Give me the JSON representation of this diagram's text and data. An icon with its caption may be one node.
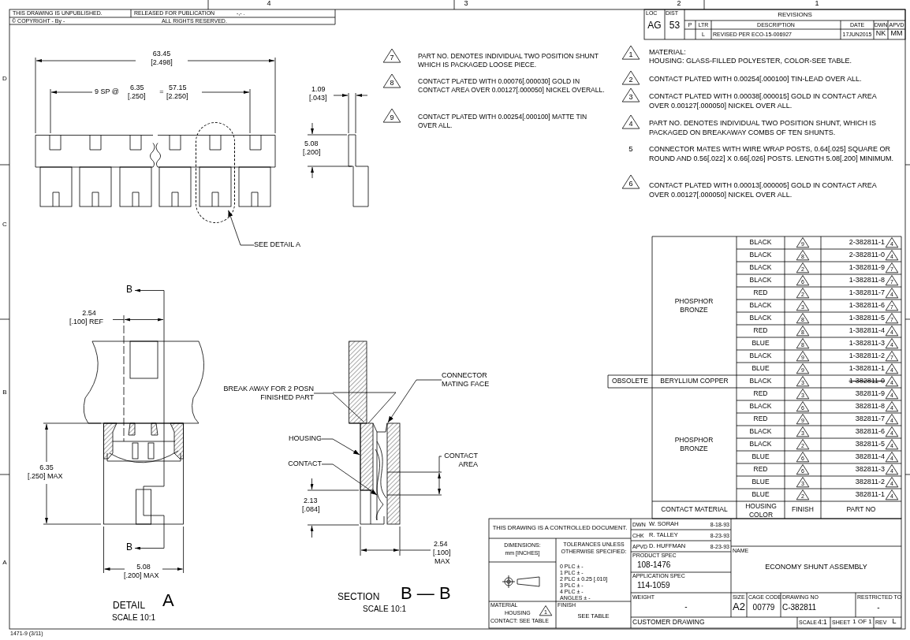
{
  "diagram": {
    "nodes": [
      {
        "text": [],
        "shape": "circle"
      },
      {
        "text": [
          "SEE DETAIL A"
        ]
      },
      {
        "text": [
          "BREAK AWAY FOR 2 POSN FINISHED PART"
        ]
      },
      {
        "text": [
          "CONNECTOR MATING FACE"
        ]
      },
      {
        "text": [
          "HOUSING"
        ]
      },
      {
        "text": [
          "CONTACT"
        ]
      },
      {
        "text": [
          "CONTACT AREA"
        ]
      }
    ],
    "edges": [
      {
        "from": 1,
        "to": 0,
        "arrow": "to"
      },
      {
        "from": 2,
        "to": null,
        "arrow": "none"
      },
      {
        "from": 3,
        "to": null,
        "arrow": "to"
      },
      {
        "from": 4,
        "to": null,
        "arrow": "to"
      },
      {
        "from": 5,
        "to": null,
        "arrow": "to"
      },
      {
        "from": 6,
        "to": null,
        "arrow": "none"
      }
    ],
    "labels": [
      "THIS DRAWING IS UNPUBLISHED.",
      "RELEASED FOR PUBLICATION",
      "-,- .",
      "© COPYRIGHT - By -",
      "ALL RIGHTS RESERVED.",
      "LOC",
      "DIST",
      "AG",
      "53",
      "REVISIONS",
      "P",
      "LTR",
      "DESCRIPTION",
      "DATE",
      "DWN",
      "APVD",
      "L",
      "REVISED PER ECO-15-006927",
      "17JUN2015",
      "NK",
      "MM",
      "4",
      "3",
      "2",
      "1",
      "D",
      "C",
      "B",
      "A",
      "7",
      "PART NO. DENOTES INDIVIDUAL TWO POSITION SHUNT WHICH IS PACKAGED LOOSE PIECE.",
      "8",
      "CONTACT PLATED WITH 0.00076[.000030] GOLD IN CONTACT AREA OVER 0.00127[.000050] NICKEL OVERALL.",
      "9",
      "CONTACT PLATED WITH 0.00254[.000100] MATTE TIN OVER ALL.",
      "1",
      "MATERIAL:",
      "HOUSING: GLASS-FILLED POLYESTER, COLOR-SEE TABLE.",
      "2",
      "CONTACT PLATED WITH 0.00254[.000100] TIN-LEAD OVER ALL.",
      "3",
      "CONTACT PLATED WITH 0.00038[.000015] GOLD IN CONTACT AREA OVER 0.00127[.000050] NICKEL OVER ALL.",
      "4",
      "PART NO. DENOTES INDIVIDUAL TWO POSITION SHUNT, WHICH IS PACKAGED ON BREAKAWAY COMBS OF TEN SHUNTS.",
      "5",
      "CONNECTOR MATES WITH WIRE WRAP POSTS, 0.64[.025] SQUARE OR ROUND AND 0.56[.022] X 0.66[.026] POSTS. LENGTH 5.08[.200] MINIMUM.",
      "6",
      "CONTACT PLATED WITH 0.00013[.000005] GOLD IN CONTACT AREA OVER 0.00127[.000050] NICKEL OVER ALL.",
      "63.45",
      "[2.498]",
      "9 SP @",
      "6.35",
      "[.250]",
      "=",
      "57.15",
      "[2.250]",
      "1.09",
      "[.043]",
      "5.08",
      "[.200]",
      "B",
      "2.54",
      "[.100] REF",
      "6.35",
      "[.250] MAX",
      "B",
      "5.08",
      "[.200] MAX",
      "DETAIL",
      "A",
      "SCALE 10:1",
      "2.13",
      "[.084]",
      "2.54",
      "[.100]",
      "MAX",
      "SECTION",
      "B — B",
      "SCALE 10:1",
      "PHOSPHOR BRONZE",
      "BLACK",
      "9",
      "2-382811-1",
      "4",
      "BLACK",
      "8",
      "2-382811-0",
      "4",
      "BLACK",
      "2",
      "1-382811-9",
      "7",
      "BLACK",
      "6",
      "1-382811-8",
      "7",
      "RED",
      "2",
      "1-382811-7",
      "4",
      "BLACK",
      "3",
      "1-382811-6",
      "7",
      "BLACK",
      "8",
      "1-382811-5",
      "7",
      "RED",
      "8",
      "1-382811-4",
      "4",
      "BLUE",
      "8",
      "1-382811-3",
      "4",
      "BLACK",
      "9",
      "1-382811-2",
      "7",
      "BLUE",
      "9",
      "1-382811-1",
      "4",
      "OBSOLETE",
      "BERYLLIUM COPPER",
      "BLACK",
      "3",
      "1-382811-0",
      "4",
      "PHOSPHOR BRONZE",
      "RED",
      "3",
      "382811-9",
      "4",
      "BLACK",
      "6",
      "382811-8",
      "4",
      "RED",
      "9",
      "382811-7",
      "4",
      "BLACK",
      "3",
      "382811-6",
      "4",
      "BLACK",
      "2",
      "382811-5",
      "4",
      "BLUE",
      "6",
      "382811-4",
      "4",
      "RED",
      "6",
      "382811-3",
      "4",
      "BLUE",
      "3",
      "382811-2",
      "4",
      "BLUE",
      "2",
      "382811-1",
      "4",
      "CONTACT MATERIAL",
      "HOUSING COLOR",
      "FINISH",
      "PART NO",
      "THIS DRAWING IS A CONTROLLED DOCUMENT.",
      "DIMENSIONS:",
      "mm [INCHES]",
      "TOLERANCES UNLESS OTHERWISE SPECIFIED:",
      "0 PLC ± -",
      "1 PLC ± -",
      "2 PLC ± 0.25 [.010]",
      "3 PLC ± -",
      "4 PLC ± -",
      "ANGLES ± -",
      "MATERIAL",
      "HOUSING",
      "CONTACT: SEE TABLE",
      "1",
      "FINISH",
      "SEE TABLE",
      "DWN",
      "W. SORAH",
      "8-18-93",
      "CHK",
      "R. TALLEY",
      "8-23-93",
      "APVD",
      "D. HUFFMAN",
      "8-23-93",
      "PRODUCT SPEC",
      "108-1476",
      "APPLICATION SPEC",
      "114-1059",
      "WEIGHT",
      "-",
      "CUSTOMER DRAWING",
      "NAME",
      "ECONOMY SHUNT ASSEMBLY",
      "SIZE",
      "A2",
      "CAGE CODE",
      "00779",
      "DRAWING NO",
      "C-382811",
      "RESTRICTED TO",
      "-",
      "SCALE",
      "4:1",
      "SHEET",
      "1 OF 1",
      "REV",
      "L",
      "1471-9 (3/11)"
    ]
  }
}
